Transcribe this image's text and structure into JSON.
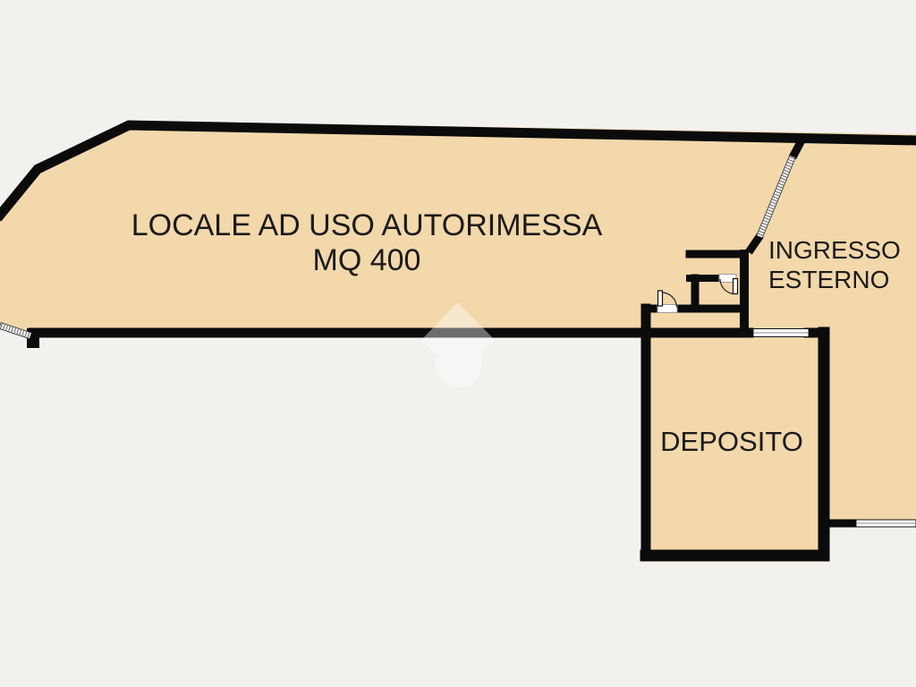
{
  "colors": {
    "floor": "#F2D8AB",
    "background": "#F2F1EE",
    "wall": "#0B0B0B"
  },
  "labels": {
    "autorimessa": {
      "line1": "LOCALE AD USO AUTORIMESSA",
      "line2": "MQ 400"
    },
    "ingresso": {
      "line1": "INGRESSO",
      "line2": "ESTERNO"
    },
    "deposito": {
      "text": "DEPOSITO"
    }
  },
  "icons": {
    "watermark": "house-pin-watermark-icon"
  }
}
